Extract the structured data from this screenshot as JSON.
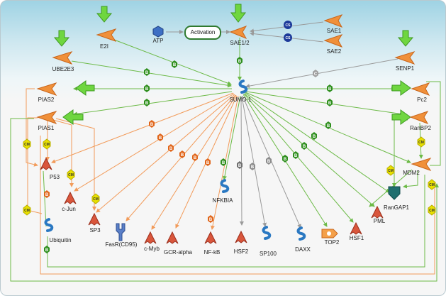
{
  "colors": {
    "arrow_green": "#6cba47",
    "arrow_orange": "#f29b5a",
    "arrow_gray": "#9a9a9a",
    "badge_B_green": "#2f8f1e",
    "badge_B_orange": "#e0651a",
    "badge_B_gray": "#8c8c8c",
    "badge_CM": "#e8e000",
    "badge_CS": "#1d3a9a",
    "badge_C": "#a0a0a0",
    "node_ligase": "#f0903a",
    "node_sumo": "#2a78c2",
    "node_target": "#d9563c"
  },
  "nodes": {
    "e2i": {
      "label": "E2I",
      "icon": "ligase-icon"
    },
    "atp": {
      "label": "ATP",
      "icon": "small-molecule-icon"
    },
    "activation": {
      "label": "Activation"
    },
    "sae12": {
      "label": "SAE1/2",
      "icon": "ligase-icon"
    },
    "sae1": {
      "label": "SAE1",
      "icon": "ligase-icon"
    },
    "sae2": {
      "label": "SAE2",
      "icon": "ligase-icon"
    },
    "ube2e3": {
      "label": "UBE2E3",
      "icon": "ligase-icon"
    },
    "senp1": {
      "label": "SENP1",
      "icon": "ligase-icon"
    },
    "pias2": {
      "label": "PIAS2",
      "icon": "ligase-icon"
    },
    "pias1": {
      "label": "PIAS1",
      "icon": "ligase-icon"
    },
    "sumo1": {
      "label": "SUMO-1",
      "icon": "sumo-icon"
    },
    "pc2": {
      "label": "Pc2",
      "icon": "ligase-icon"
    },
    "ranbp2": {
      "label": "RanBP2",
      "icon": "ligase-icon"
    },
    "mdm2": {
      "label": "MDM2",
      "icon": "ligase-icon"
    },
    "p53": {
      "label": "P53",
      "icon": "transcription-factor-icon"
    },
    "cjun": {
      "label": "c-Jun",
      "icon": "transcription-factor-icon"
    },
    "sp3": {
      "label": "SP3",
      "icon": "transcription-factor-icon"
    },
    "fasr": {
      "label": "FasR(CD95)",
      "icon": "receptor-icon"
    },
    "cmyb": {
      "label": "c-Myb",
      "icon": "transcription-factor-icon"
    },
    "gcr": {
      "label": "GCR-alpha",
      "icon": "transcription-factor-icon"
    },
    "nfkb": {
      "label": "NF-kB",
      "icon": "transcription-factor-icon"
    },
    "nfkbia": {
      "label": "NFKBIA",
      "icon": "sumo-icon"
    },
    "hsf2": {
      "label": "HSF2",
      "icon": "transcription-factor-icon"
    },
    "sp100": {
      "label": "SP100",
      "icon": "sumo-icon"
    },
    "daxx": {
      "label": "DAXX",
      "icon": "sumo-icon"
    },
    "top2": {
      "label": "TOP2",
      "icon": "enzyme-icon"
    },
    "hsf1": {
      "label": "HSF1",
      "icon": "transcription-factor-icon"
    },
    "pml": {
      "label": "PML",
      "icon": "transcription-factor-icon"
    },
    "rangap1": {
      "label": "RanGAP1",
      "icon": "gtpase-icon"
    },
    "ubiquitin": {
      "label": "Ubiquitin",
      "icon": "sumo-icon"
    }
  },
  "badges": {
    "b": "B",
    "cm": "CM",
    "cs": "CS",
    "c": "C"
  }
}
